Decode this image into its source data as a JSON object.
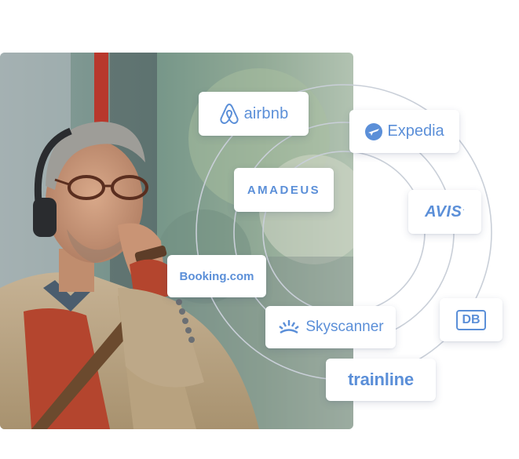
{
  "partners": {
    "airbnb": {
      "label": "airbnb",
      "icon": "airbnb-logo-icon"
    },
    "expedia": {
      "label": "Expedia",
      "icon": "expedia-plane-icon"
    },
    "amadeus": {
      "label": "AMADEUS"
    },
    "avis": {
      "label": "AVIS",
      "mark": "."
    },
    "booking": {
      "label": "Booking.com"
    },
    "skyscanner": {
      "label": "Skyscanner",
      "icon": "sunrise-icon"
    },
    "db": {
      "label": "DB"
    },
    "trainline": {
      "label": "trainline"
    }
  },
  "colors": {
    "logo_blue": "#5b8fd8",
    "ring_gray": "#c9cfd8",
    "background": "#ffffff"
  },
  "photo": {
    "subject": "man-with-headphones-on-bus"
  }
}
